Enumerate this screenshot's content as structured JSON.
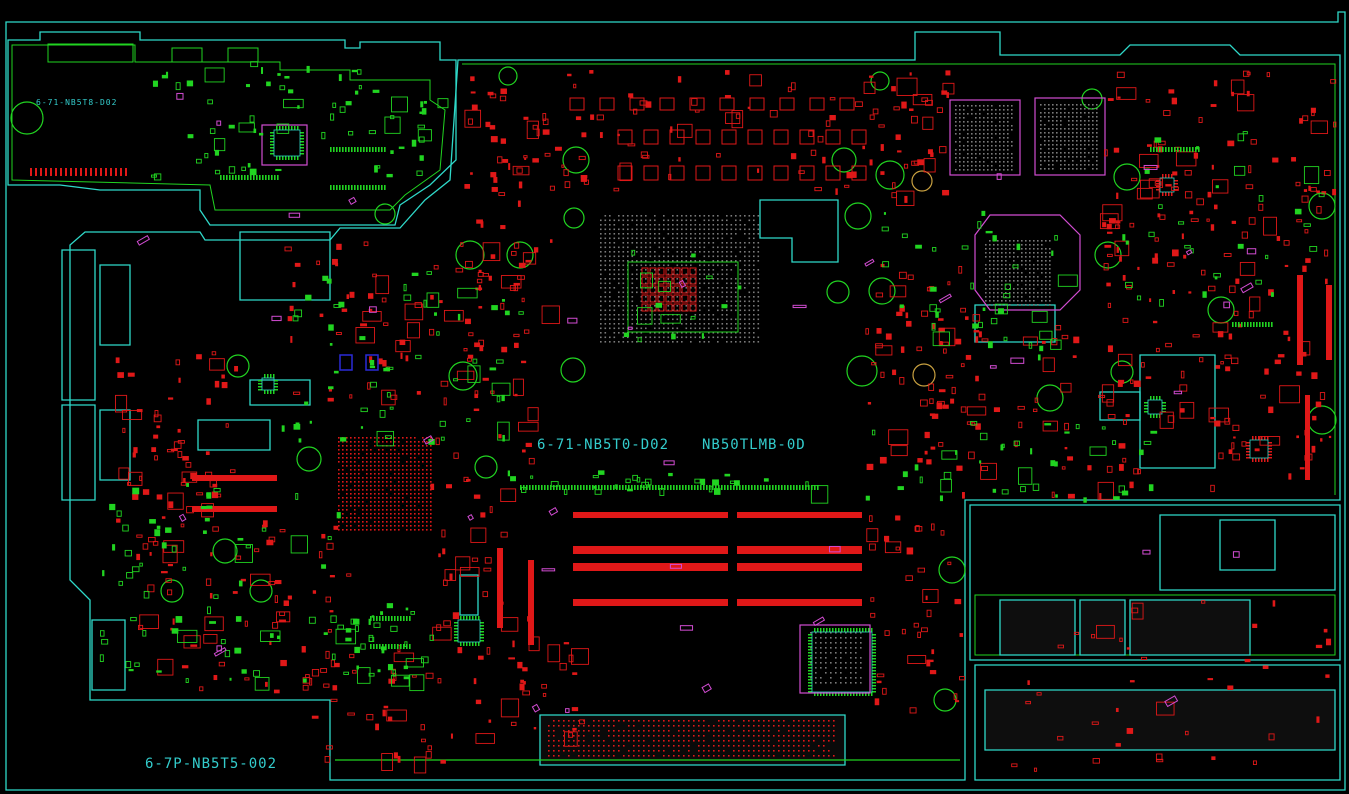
{
  "labels": {
    "main_board": "6-71-NB5T0-D02",
    "model": "NB50TLMB-0D",
    "left_daughter": "6-7P-NB5T5-002",
    "top_left_daughter": "6-71-NB5T8-D02"
  },
  "colors": {
    "background": "#000000",
    "outline": "#2fd9c9",
    "pad_red": "#e01818",
    "pad_green": "#21d421",
    "silk_cyan": "#33cccc",
    "magenta": "#d24cd2",
    "blue": "#2a2ad8",
    "dot_grey": "#7a7a7a"
  }
}
